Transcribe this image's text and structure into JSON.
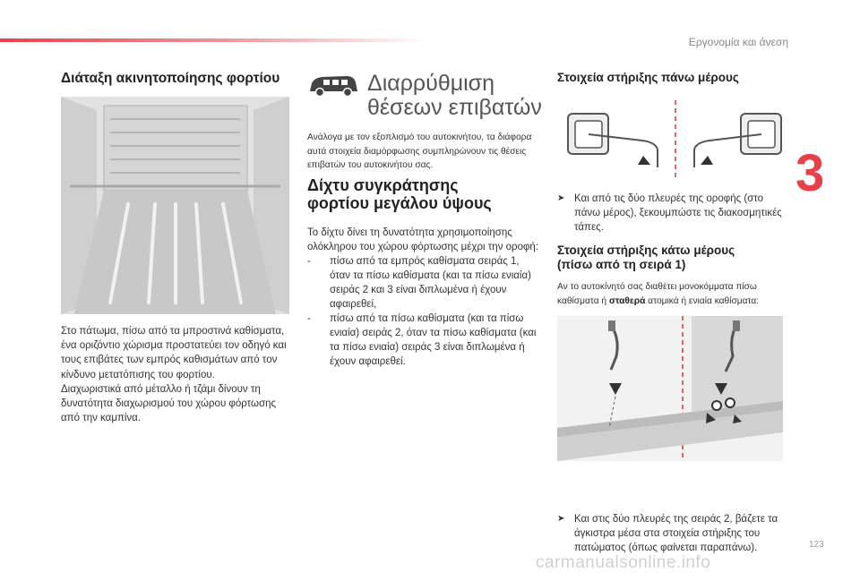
{
  "header": {
    "chapter_title": "Εργονομία και άνεση",
    "chapter_number": "3",
    "page_number": "123",
    "watermark": "carmanualsonline.info",
    "accent_color": "#e8404a"
  },
  "left": {
    "heading": "Διάταξη ακινητοποίησης φορτίου",
    "image_icon": "cargo-area-photo",
    "paragraph": "Στο πάτωμα, πίσω από τα μπροστινά καθίσματα, ένα οριζόντιο χώρισμα προστατεύει τον οδηγό και τους επιβάτες των εμπρός καθισμάτων από τον κίνδυνο μετατόπισης του φορτίου.\nΔιαχωριστικά από μέταλλο ή τζάμι δίνουν τη δυνατότητα διαχωρισμού του χώρου φόρτωσης από την καμπίνα."
  },
  "middle": {
    "section_icon": "van-icon",
    "title_line1": "Διαρρύθμιση",
    "title_line2": "θέσεων επιβατών",
    "intro": "Ανάλογα με τον εξοπλισμό του αυτοκινήτου, τα διάφορα αυτά στοιχεία διαμόρφωσης συμπληρώνουν τις θέσεις επιβατών του αυτοκινήτου σας.",
    "heading_line1": "Δίχτυ συγκράτησης",
    "heading_line2": "φορτίου μεγάλου ύψους",
    "paragraph": "Το δίχτυ δίνει τη δυνατότητα χρησιμοποίησης ολόκληρου του χώρου φόρτωσης μέχρι την οροφή:",
    "list": [
      {
        "dash": "-",
        "text": "πίσω από τα εμπρός καθίσματα σειράς 1, όταν τα πίσω καθίσματα (και τα πίσω ενιαία) σειράς 2 και 3 είναι διπλωμένα ή έχουν αφαιρεθεί,"
      },
      {
        "dash": "-",
        "text": "πίσω από τα πίσω καθίσματα (και τα πίσω ενιαία) σειράς 2, όταν τα πίσω καθίσματα (και τα πίσω ενιαία) σειράς 3 είναι διπλωμένα ή έχουν αφαιρεθεί."
      }
    ]
  },
  "right": {
    "heading1": "Στοιχεία στήριξης πάνω μέρους",
    "image1_icon": "upper-anchor-illustration",
    "bullet1_marker": "",
    "bullet1": "Και από τις δύο πλευρές της οροφής (στο πάνω μέρος), ξεκουμπώστε τις διακοσμητικές τάπες.",
    "heading2_line1": "Στοιχεία στήριξης κάτω μέρους",
    "heading2_line2": "(πίσω από τη σειρά 1)",
    "paragraph2_before": "Αν το αυτοκίνητό σας διαθέτει μονοκόμματα πίσω καθίσματα ή ",
    "paragraph2_bold": "σταθερά",
    "paragraph2_after": " ατομικά ή ενιαία καθίσματα:",
    "image2_icon": "floor-anchor-illustration",
    "bullet2": "Και στις δύο πλευρές της σειράς 2, βάζετε τα άγκιστρα μέσα στα στοιχεία στήριξης του πατώματος (όπως φαίνεται παραπάνω)."
  }
}
